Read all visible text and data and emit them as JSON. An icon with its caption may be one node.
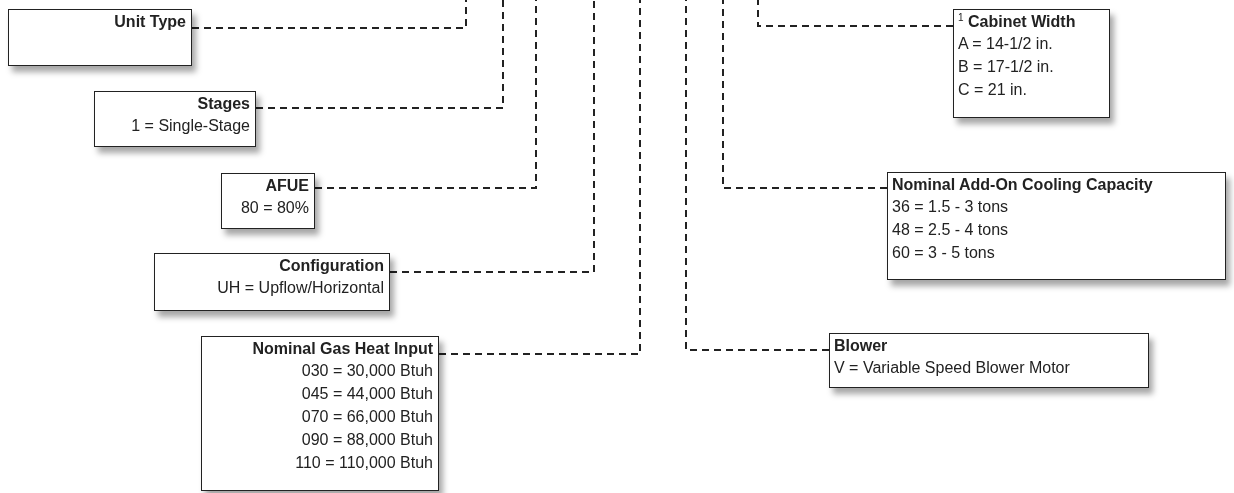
{
  "diagram": {
    "nodes": [
      {
        "text": [
          "Unit Type"
        ]
      },
      {
        "text": [
          "Stages",
          "1 = Single-Stage"
        ]
      },
      {
        "text": [
          "AFUE",
          "80 = 80%"
        ]
      },
      {
        "text": [
          "Configuration",
          "UH = Upflow/Horizontal"
        ]
      },
      {
        "text": [
          "Nominal Gas Heat Input",
          "030 = 30,000 Btuh",
          "045 = 44,000 Btuh",
          "070 = 66,000 Btuh",
          "090 = 88,000 Btuh",
          "110 = 110,000 Btuh"
        ]
      },
      {
        "text": [
          "$^{1}$ Cabinet Width",
          "A = 14-1/2 in.",
          "B = 17-1/2 in.",
          "C = 21 in."
        ]
      },
      {
        "text": [
          "Nominal Add-On Cooling Capacity",
          "36 = 1.5 - 3 tons",
          "48 = 2.5 - 4 tons",
          "60 = 3 - 5 tons"
        ]
      },
      {
        "text": [
          "Blower",
          "V = Variable Speed Blower Motor"
        ]
      }
    ],
    "edges": [
      {
        "from": 0,
        "to": null,
        "arrow": "none",
        "style": "dashed"
      },
      {
        "from": 1,
        "to": null,
        "arrow": "none",
        "style": "dashed"
      },
      {
        "from": 2,
        "to": null,
        "arrow": "none",
        "style": "dashed"
      },
      {
        "from": 3,
        "to": null,
        "arrow": "none",
        "style": "dashed"
      },
      {
        "from": 4,
        "to": null,
        "arrow": "none",
        "style": "dashed"
      },
      {
        "from": 5,
        "to": null,
        "arrow": "none",
        "style": "dashed"
      },
      {
        "from": 6,
        "to": null,
        "arrow": "none",
        "style": "dashed"
      },
      {
        "from": 7,
        "to": null,
        "arrow": "none",
        "style": "dashed"
      }
    ]
  }
}
